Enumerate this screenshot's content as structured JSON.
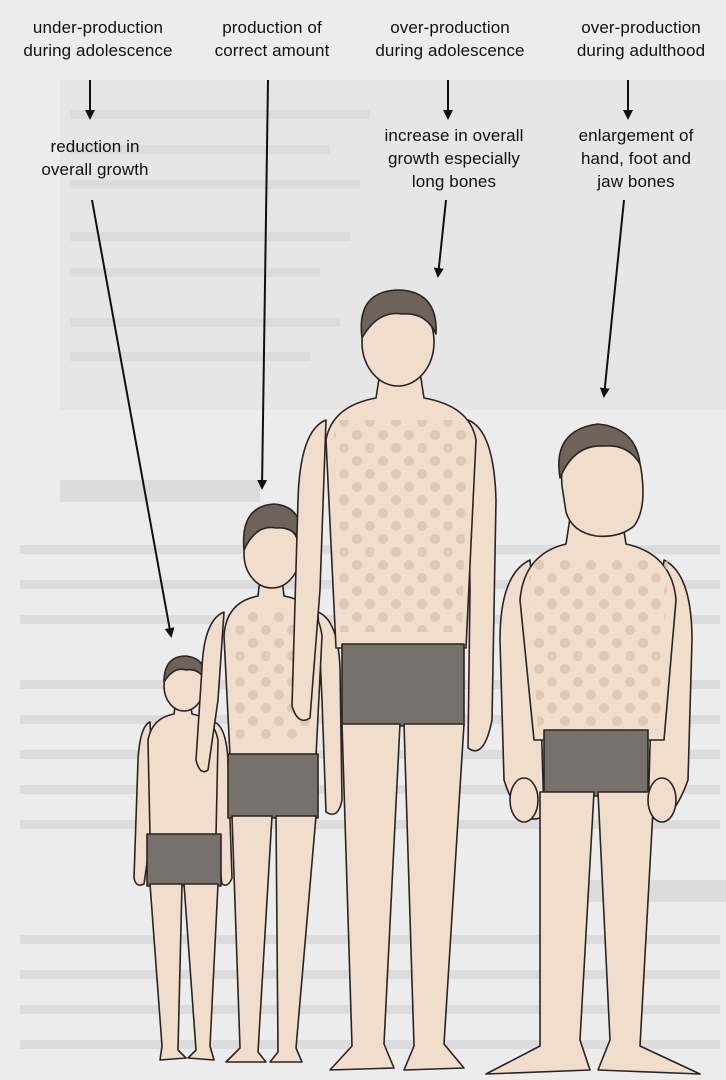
{
  "colors": {
    "paper": "#ececec",
    "ghost_text": "#d2d2d2",
    "skin": "#f0ddcb",
    "skin_shade": "#dcc3ad",
    "hair": "#6e625b",
    "shorts": "#77706b",
    "outline": "#2a2422",
    "arrow": "#111111"
  },
  "columns": [
    {
      "name": "under-production",
      "top_label": "under-production\nduring adolescence",
      "effect_label": "reduction in\noverall growth"
    },
    {
      "name": "correct",
      "top_label": "production of\ncorrect amount",
      "effect_label": ""
    },
    {
      "name": "over-production-adolescence",
      "top_label": "over-production\nduring adolescence",
      "effect_label": "increase in overall\ngrowth especially\nlong bones"
    },
    {
      "name": "over-production-adulthood",
      "top_label": "over-production\nduring adulthood",
      "effect_label": "enlargement of\nhand, foot and\njaw bones"
    }
  ],
  "figures": [
    {
      "name": "short-boy",
      "icon": "person-figure-small"
    },
    {
      "name": "average-boy",
      "icon": "person-figure-medium"
    },
    {
      "name": "tall-man",
      "icon": "person-figure-tall"
    },
    {
      "name": "acromegaly-man",
      "icon": "person-figure-enlarged"
    }
  ]
}
